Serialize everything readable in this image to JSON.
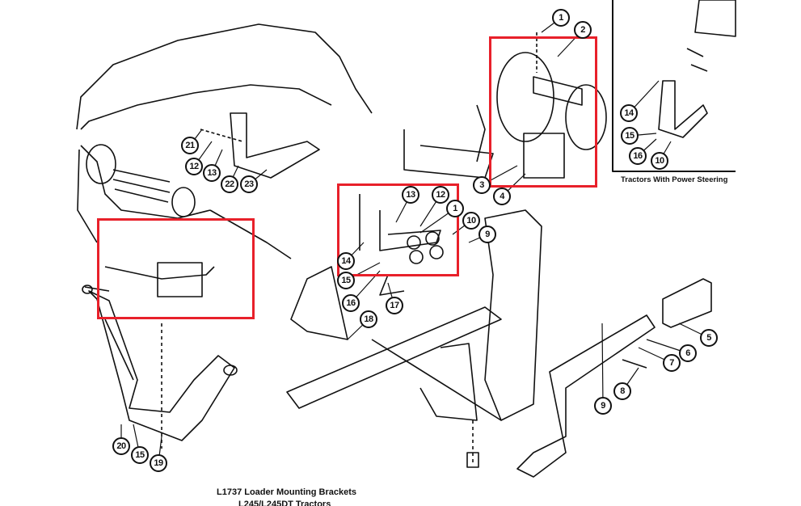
{
  "diagram": {
    "title_line1": "L1737 Loader Mounting Brackets",
    "title_line2": "L245/L245DT Tractors",
    "inset_caption": "Tractors With Power Steering",
    "highlight_color": "#e8202a",
    "callouts": {
      "c1a": "1",
      "c2": "2",
      "c3": "3",
      "c4": "4",
      "c5": "5",
      "c6": "6",
      "c7": "7",
      "c8": "8",
      "c9a": "9",
      "c9b": "9",
      "c10a": "10",
      "c10b": "10",
      "c12a": "12",
      "c12b": "12",
      "c13a": "13",
      "c13b": "13",
      "c1b": "1",
      "c14a": "14",
      "c14b": "14",
      "c15a": "15",
      "c15b": "15",
      "c15c": "15",
      "c16a": "16",
      "c16b": "16",
      "c17": "17",
      "c18": "18",
      "c19": "19",
      "c20": "20",
      "c21": "21",
      "c22": "22",
      "c23": "23"
    }
  }
}
